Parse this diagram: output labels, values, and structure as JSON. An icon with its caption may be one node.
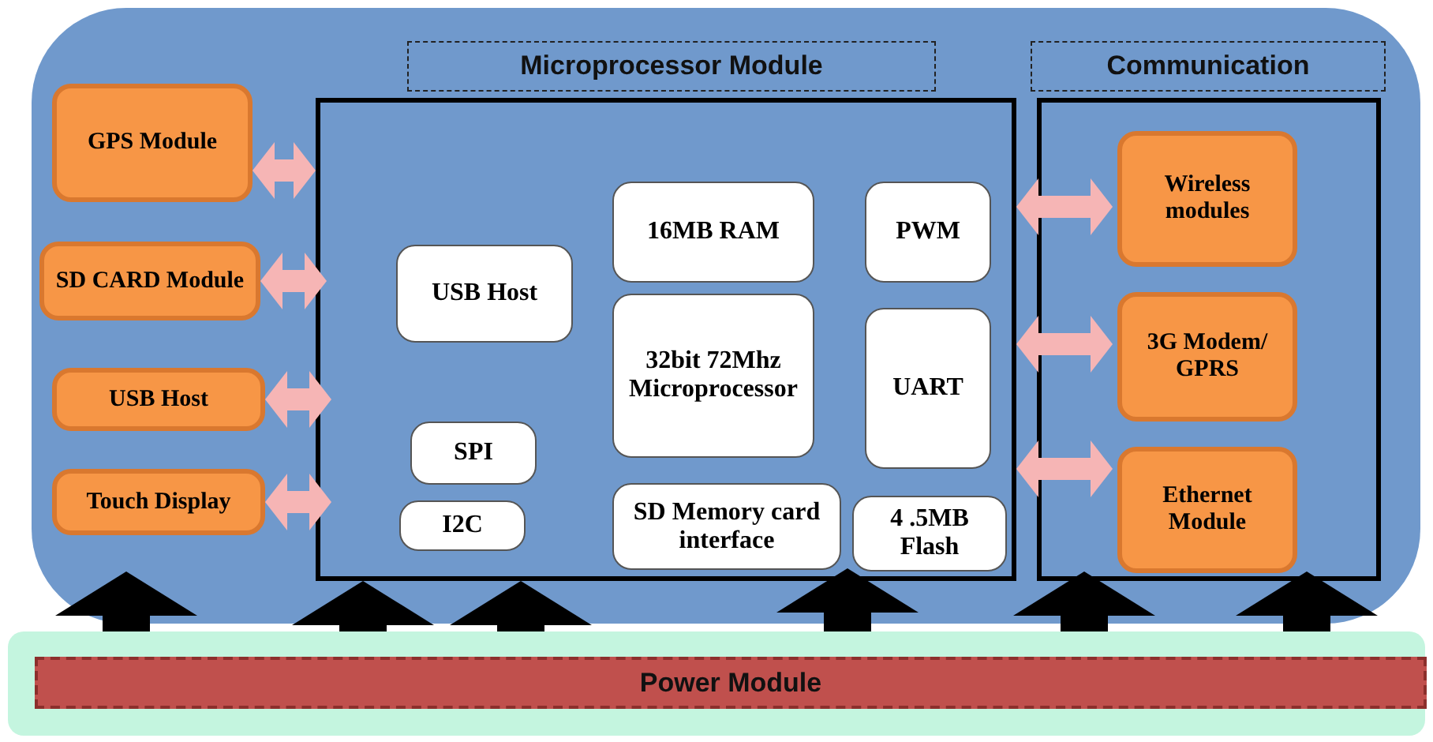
{
  "diagram": {
    "nodes": [
      {
        "text": [],
        "shape": "box"
      },
      {
        "text": [
          "Microprocessor Module"
        ],
        "in": 0
      },
      {
        "text": [
          "Communication"
        ],
        "in": 0
      },
      {
        "text": [
          "GPS Module"
        ],
        "in": 0
      },
      {
        "text": [
          "SD CARD Module"
        ],
        "in": 0
      },
      {
        "text": [
          "USB Host"
        ],
        "in": 0
      },
      {
        "text": [
          "Touch Display"
        ],
        "in": 0
      },
      {
        "text": [
          "USB Host"
        ],
        "in": 1
      },
      {
        "text": [
          "SPI"
        ],
        "in": 1
      },
      {
        "text": [
          "I2C"
        ],
        "in": 1
      },
      {
        "text": [
          "16MB RAM"
        ],
        "in": 1
      },
      {
        "text": [
          "32bit 72Mhz Microprocessor"
        ],
        "in": 1
      },
      {
        "text": [
          "SD Memory card interface"
        ],
        "in": 1
      },
      {
        "text": [
          "PWM"
        ],
        "in": 1
      },
      {
        "text": [
          "UART"
        ],
        "in": 1
      },
      {
        "text": [
          "4 .5MB Flash"
        ],
        "in": 1
      },
      {
        "text": [
          "Wireless modules"
        ],
        "in": 2
      },
      {
        "text": [
          "3G Modem/ GPRS"
        ],
        "in": 2
      },
      {
        "text": [
          "Ethernet Module"
        ],
        "in": 2
      },
      {
        "text": [],
        "shape": "box"
      },
      {
        "text": [
          "Power Module"
        ],
        "in": 19
      }
    ],
    "edges": [
      {
        "from": 3,
        "to": 1,
        "arrow": "both"
      },
      {
        "from": 4,
        "to": 1,
        "arrow": "both"
      },
      {
        "from": 5,
        "to": 1,
        "arrow": "both"
      },
      {
        "from": 6,
        "to": 1,
        "arrow": "both"
      },
      {
        "from": 1,
        "to": 16,
        "arrow": "both"
      },
      {
        "from": 1,
        "to": 17,
        "arrow": "both"
      },
      {
        "from": 1,
        "to": 18,
        "arrow": "both"
      },
      {
        "from": 19,
        "to": 0,
        "arrow": "to",
        "style": "thick",
        "color": "#000000"
      },
      {
        "from": 19,
        "to": 1,
        "arrow": "to",
        "style": "thick",
        "color": "#000000"
      },
      {
        "from": 19,
        "to": 1,
        "arrow": "to",
        "style": "thick",
        "color": "#000000"
      },
      {
        "from": 19,
        "to": 1,
        "arrow": "to",
        "style": "thick",
        "color": "#000000"
      },
      {
        "from": 19,
        "to": 2,
        "arrow": "to",
        "style": "thick",
        "color": "#000000"
      },
      {
        "from": 19,
        "to": 2,
        "arrow": "to",
        "style": "thick",
        "color": "#000000"
      }
    ]
  }
}
